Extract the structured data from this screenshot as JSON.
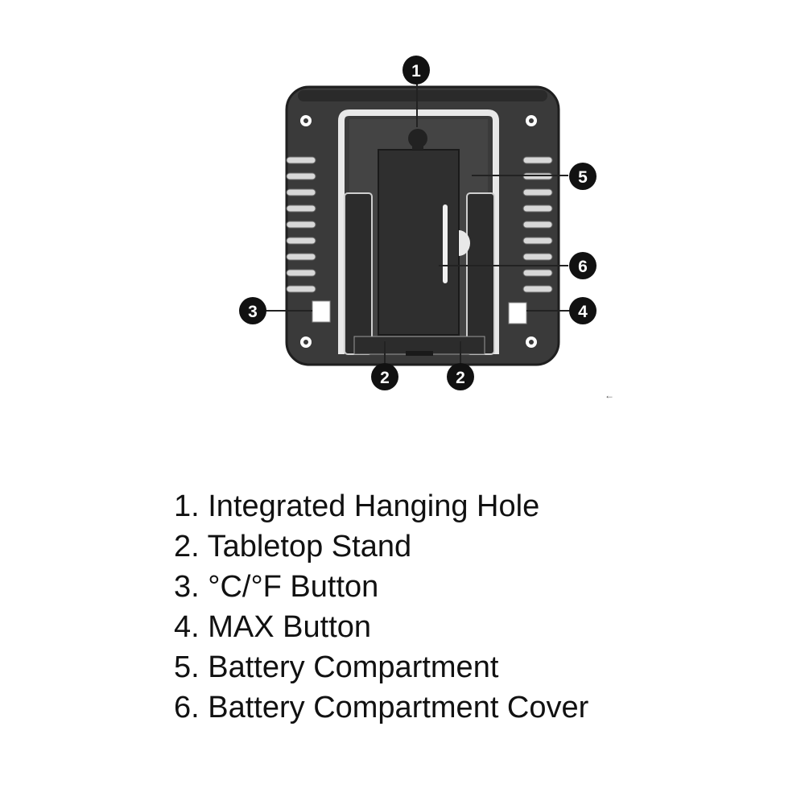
{
  "colors": {
    "device_body": "#3a3a3a",
    "device_edge": "#1f1f1f",
    "stand": "#2c2c2c",
    "panel": "#4a4a4a",
    "callout_fill": "#111111",
    "callout_text": "#ffffff",
    "leader_line": "#222222"
  },
  "callouts": {
    "c1": "1",
    "c2a": "2",
    "c2b": "2",
    "c3": "3",
    "c4": "4",
    "c5": "5",
    "c6": "6"
  },
  "legend": [
    "1. Integrated Hanging Hole",
    "2. Tabletop Stand",
    "3. °C/°F Button",
    "4. MAX Button",
    "5. Battery Compartment",
    "6. Battery Compartment Cover"
  ],
  "icons": {
    "screw": "screw-icon",
    "hanging_hole": "keyhole-icon"
  }
}
